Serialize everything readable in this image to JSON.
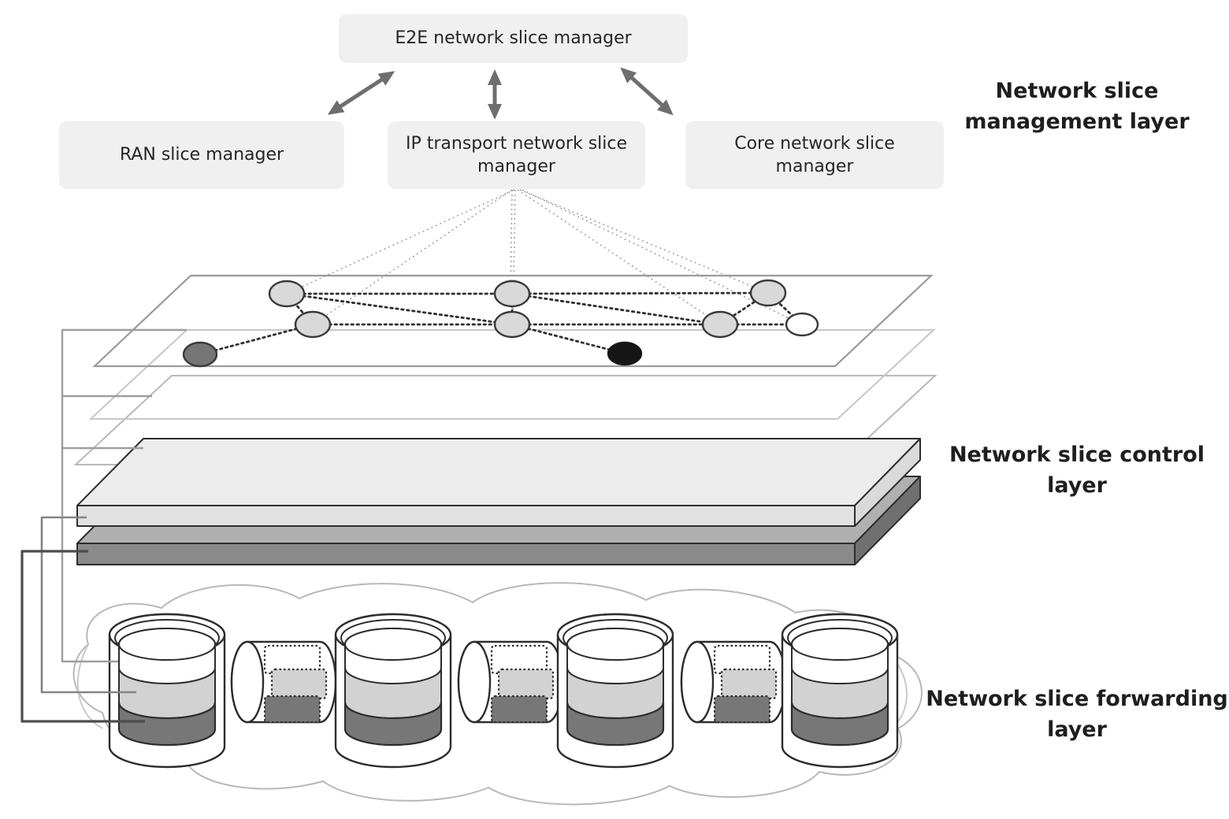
{
  "figure": {
    "type": "network-slicing-architecture-diagram",
    "layers": [
      "management",
      "control",
      "forwarding"
    ]
  },
  "management_boxes": {
    "e2e": "E2E network slice manager",
    "ran": "RAN slice manager",
    "ip_transport": "IP transport network slice manager",
    "core": "Core network slice manager"
  },
  "layer_labels": {
    "management": "Network slice management layer",
    "control": "Network slice control layer",
    "forwarding": "Network slice forwarding layer"
  },
  "control_layer": {
    "plane_count": 3,
    "slab_count": 2,
    "topology_node_count": 9,
    "topology_nodes": {
      "light_gray": 6,
      "dark_gray": 1,
      "black": 1,
      "white": 1
    },
    "topology_link_style": "dashed",
    "manager_link_style": "dotted"
  },
  "forwarding_layer": {
    "router_count": 4,
    "sliced_router_count": 3,
    "router_bands": [
      "white",
      "light-gray",
      "dark-gray"
    ],
    "cloud": true
  },
  "colors": {
    "box_fill": "#f0f0f0",
    "box_text": "#262626",
    "label_text": "#1e1e1e",
    "arrow": "#6e6e6e",
    "plane_stroke": "#9a9a9a",
    "plane_stroke_faint": "#c7c7c7",
    "slab_light_top": "#ececec",
    "slab_light_front": "#e2e2e2",
    "slab_dark_top": "#b0b0b0",
    "slab_dark_front": "#8a8a8a",
    "node_light": "#d9d9d9",
    "node_dark": "#757575",
    "node_black": "#161616",
    "node_white": "#ffffff",
    "band_light": "#d2d2d2",
    "band_dark": "#777777",
    "cloud_stroke": "#b8b8b8",
    "outline": "#2d2d2d"
  }
}
